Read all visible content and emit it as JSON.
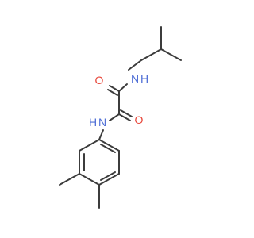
{
  "molecule": {
    "atoms": {
      "o_upper": "O",
      "n_upper": "N",
      "h_upper": "H",
      "o_lower": "O",
      "n_lower": "N",
      "h_lower": "H"
    },
    "colors": {
      "bond": "#3c3c3c",
      "oxygen": "#e8473a",
      "nitrogen": "#4f6fd6",
      "background": "#ffffff"
    }
  }
}
